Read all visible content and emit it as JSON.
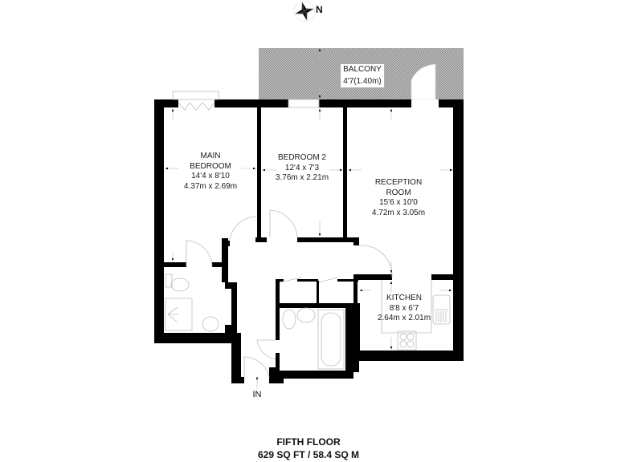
{
  "compass": {
    "icon": "compass-rose-icon",
    "label": "N"
  },
  "floor": {
    "name": "FIFTH FLOOR",
    "area": "629 SQ FT / 58.4 SQ M"
  },
  "entrance": {
    "label": "IN"
  },
  "rooms": {
    "balcony": {
      "name": "BALCONY",
      "dims_imperial": "4'7(1.40m)"
    },
    "main_bedroom": {
      "name_line1": "MAIN",
      "name_line2": "BEDROOM",
      "dims_imperial": "14'4 x 8'10",
      "dims_metric": "4.37m x 2.69m"
    },
    "bedroom2": {
      "name": "BEDROOM 2",
      "dims_imperial": "12'4 x 7'3",
      "dims_metric": "3.76m x 2.21m"
    },
    "reception": {
      "name_line1": "RECEPTION",
      "name_line2": "ROOM",
      "dims_imperial": "15'6 x 10'0",
      "dims_metric": "4.72m x 3.05m"
    },
    "kitchen": {
      "name": "KITCHEN",
      "dims_imperial": "8'8 x 6'7",
      "dims_metric": "2.64m x 2.01m"
    }
  },
  "colors": {
    "wall": "#000000",
    "fixture": "#bdbdbd",
    "hatch": "#9a9a9a",
    "background": "#ffffff"
  }
}
